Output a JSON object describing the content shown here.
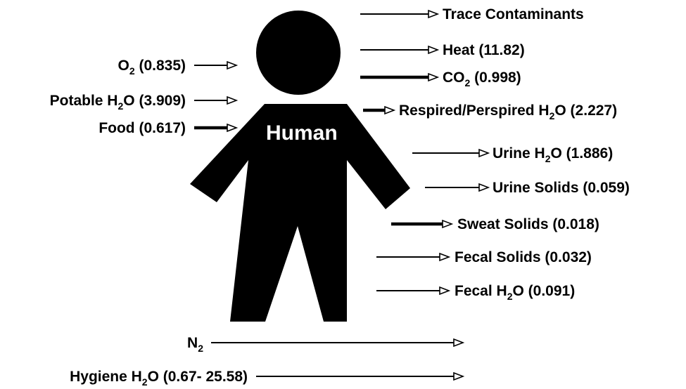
{
  "figure": {
    "human_label": "Human",
    "inputs": [
      {
        "name": "O",
        "sub": "2",
        "after": " (0.835)"
      },
      {
        "name": "Potable H",
        "sub": "2",
        "after": "O (3.909)"
      },
      {
        "name": "Food (0.617)",
        "sub": "",
        "after": ""
      }
    ],
    "outputs": [
      {
        "name": "Trace Contaminants",
        "sub": "",
        "after": ""
      },
      {
        "name": "Heat (11.82)",
        "sub": "",
        "after": ""
      },
      {
        "name": "CO",
        "sub": "2",
        "after": " (0.998)"
      },
      {
        "name": "Respired/Perspired H",
        "sub": "2",
        "after": "O (2.227)"
      },
      {
        "name": "Urine H",
        "sub": "2",
        "after": "O (1.886)"
      },
      {
        "name": "Urine Solids (0.059)",
        "sub": "",
        "after": ""
      },
      {
        "name": "Sweat Solids (0.018)",
        "sub": "",
        "after": ""
      },
      {
        "name": "Fecal Solids (0.032)",
        "sub": "",
        "after": ""
      },
      {
        "name": "Fecal H",
        "sub": "2",
        "after": "O (0.091)"
      }
    ],
    "passthrough": [
      {
        "name": "N",
        "sub": "2",
        "after": ""
      },
      {
        "name": "Hygiene H",
        "sub": "2",
        "after": "O (0.67- 25.58)"
      }
    ]
  }
}
